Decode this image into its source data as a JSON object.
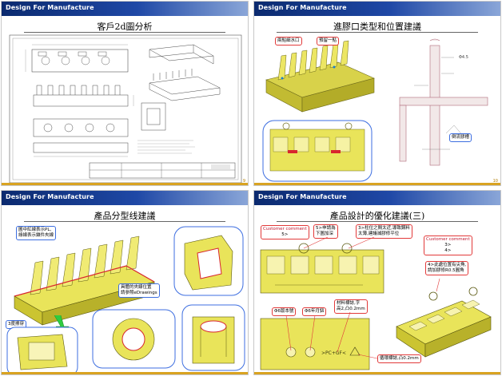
{
  "slides": [
    {
      "header": "Design For Manufacture",
      "title": "客戶2d圖分析",
      "page": "9"
    },
    {
      "header": "Design For Manufacture",
      "title": "進膠口类型和位置建議",
      "page": "10",
      "callouts": [
        "兩點細水口",
        "預留一點",
        "倒流膠槽"
      ]
    },
    {
      "header": "Design For Manufacture",
      "title": "產品分型线建議",
      "callouts": [
        "圖中紅線表示PL,\n綠線表示鑲件夾線",
        "具體的夾線位置\n請參照eDrawings",
        "3度擦穿"
      ]
    },
    {
      "header": "Design For Manufacture",
      "title": "產品設計的優化建議(三)",
      "callouts": {
        "customer_1": "Customer comment",
        "customer_1_note": "5>",
        "c2": "5>申請為\n下圖加深",
        "c3": "3>柱位之間太近,導致鋼料\n太薄,建議減膠修平位",
        "customer_2": "Customer comment",
        "customer_2_note": "3>\n4>",
        "c5": "4>此處位置有尖角,\n請加膠修R0.5圓角",
        "c6": "Φ6版本號",
        "c7": "Φ6年月鈕",
        "c8": "材料標誌,字\n高2,凸0.2mm",
        "c9": "循環標誌,凸0.2mm"
      }
    }
  ],
  "colors": {
    "header_dark": "#0b2a6f",
    "part_yellow": "#e9e45a",
    "pl_red": "#d8262e",
    "callout_red": "#e23a3a",
    "callout_blue": "#3d6ee0"
  }
}
